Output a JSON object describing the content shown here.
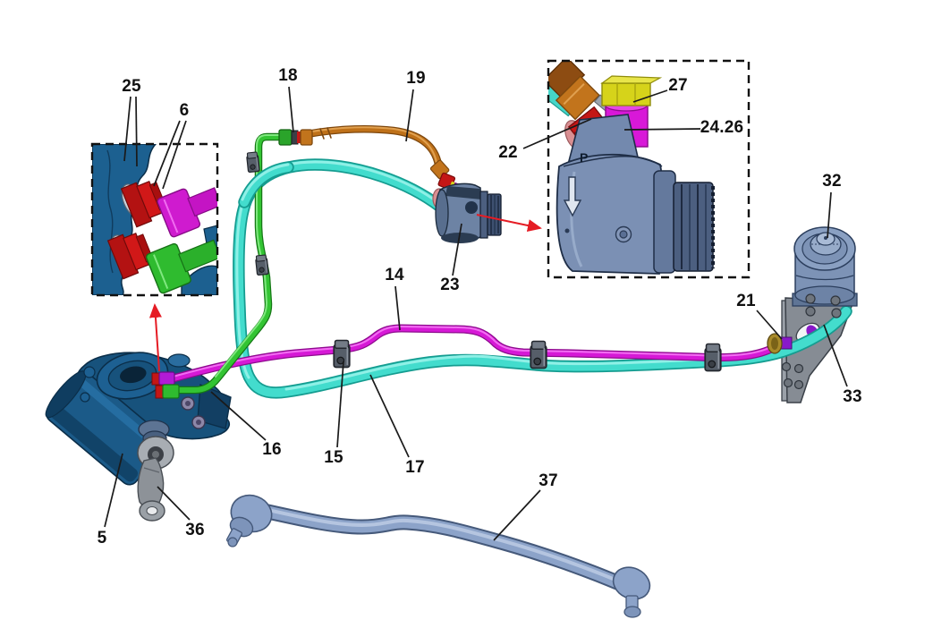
{
  "figure": {
    "pump_port_label": "P",
    "labels": [
      {
        "id": "25",
        "text": "25"
      },
      {
        "id": "6",
        "text": "6"
      },
      {
        "id": "18",
        "text": "18"
      },
      {
        "id": "19",
        "text": "19"
      },
      {
        "id": "22",
        "text": "22"
      },
      {
        "id": "27",
        "text": "27"
      },
      {
        "id": "24.26",
        "text": "24.26"
      },
      {
        "id": "23",
        "text": "23"
      },
      {
        "id": "32",
        "text": "32"
      },
      {
        "id": "21",
        "text": "21"
      },
      {
        "id": "33",
        "text": "33"
      },
      {
        "id": "16",
        "text": "16"
      },
      {
        "id": "14",
        "text": "14"
      },
      {
        "id": "15",
        "text": "15"
      },
      {
        "id": "17",
        "text": "17"
      },
      {
        "id": "5",
        "text": "5"
      },
      {
        "id": "36",
        "text": "36"
      },
      {
        "id": "37",
        "text": "37"
      }
    ],
    "colors": {
      "pressure_hose_magenta": "#d619d6",
      "return_hose_cyan": "#43dccd",
      "supply_pipe_green": "#33c433",
      "suction_hose_orange": "#bf7119",
      "fitting_red": "#c41616",
      "nut_yellow": "#d6d31a",
      "housing_blue": "#17527c",
      "steel_blue": "#8ca3c9",
      "arrow_red": "#e51c24"
    }
  }
}
